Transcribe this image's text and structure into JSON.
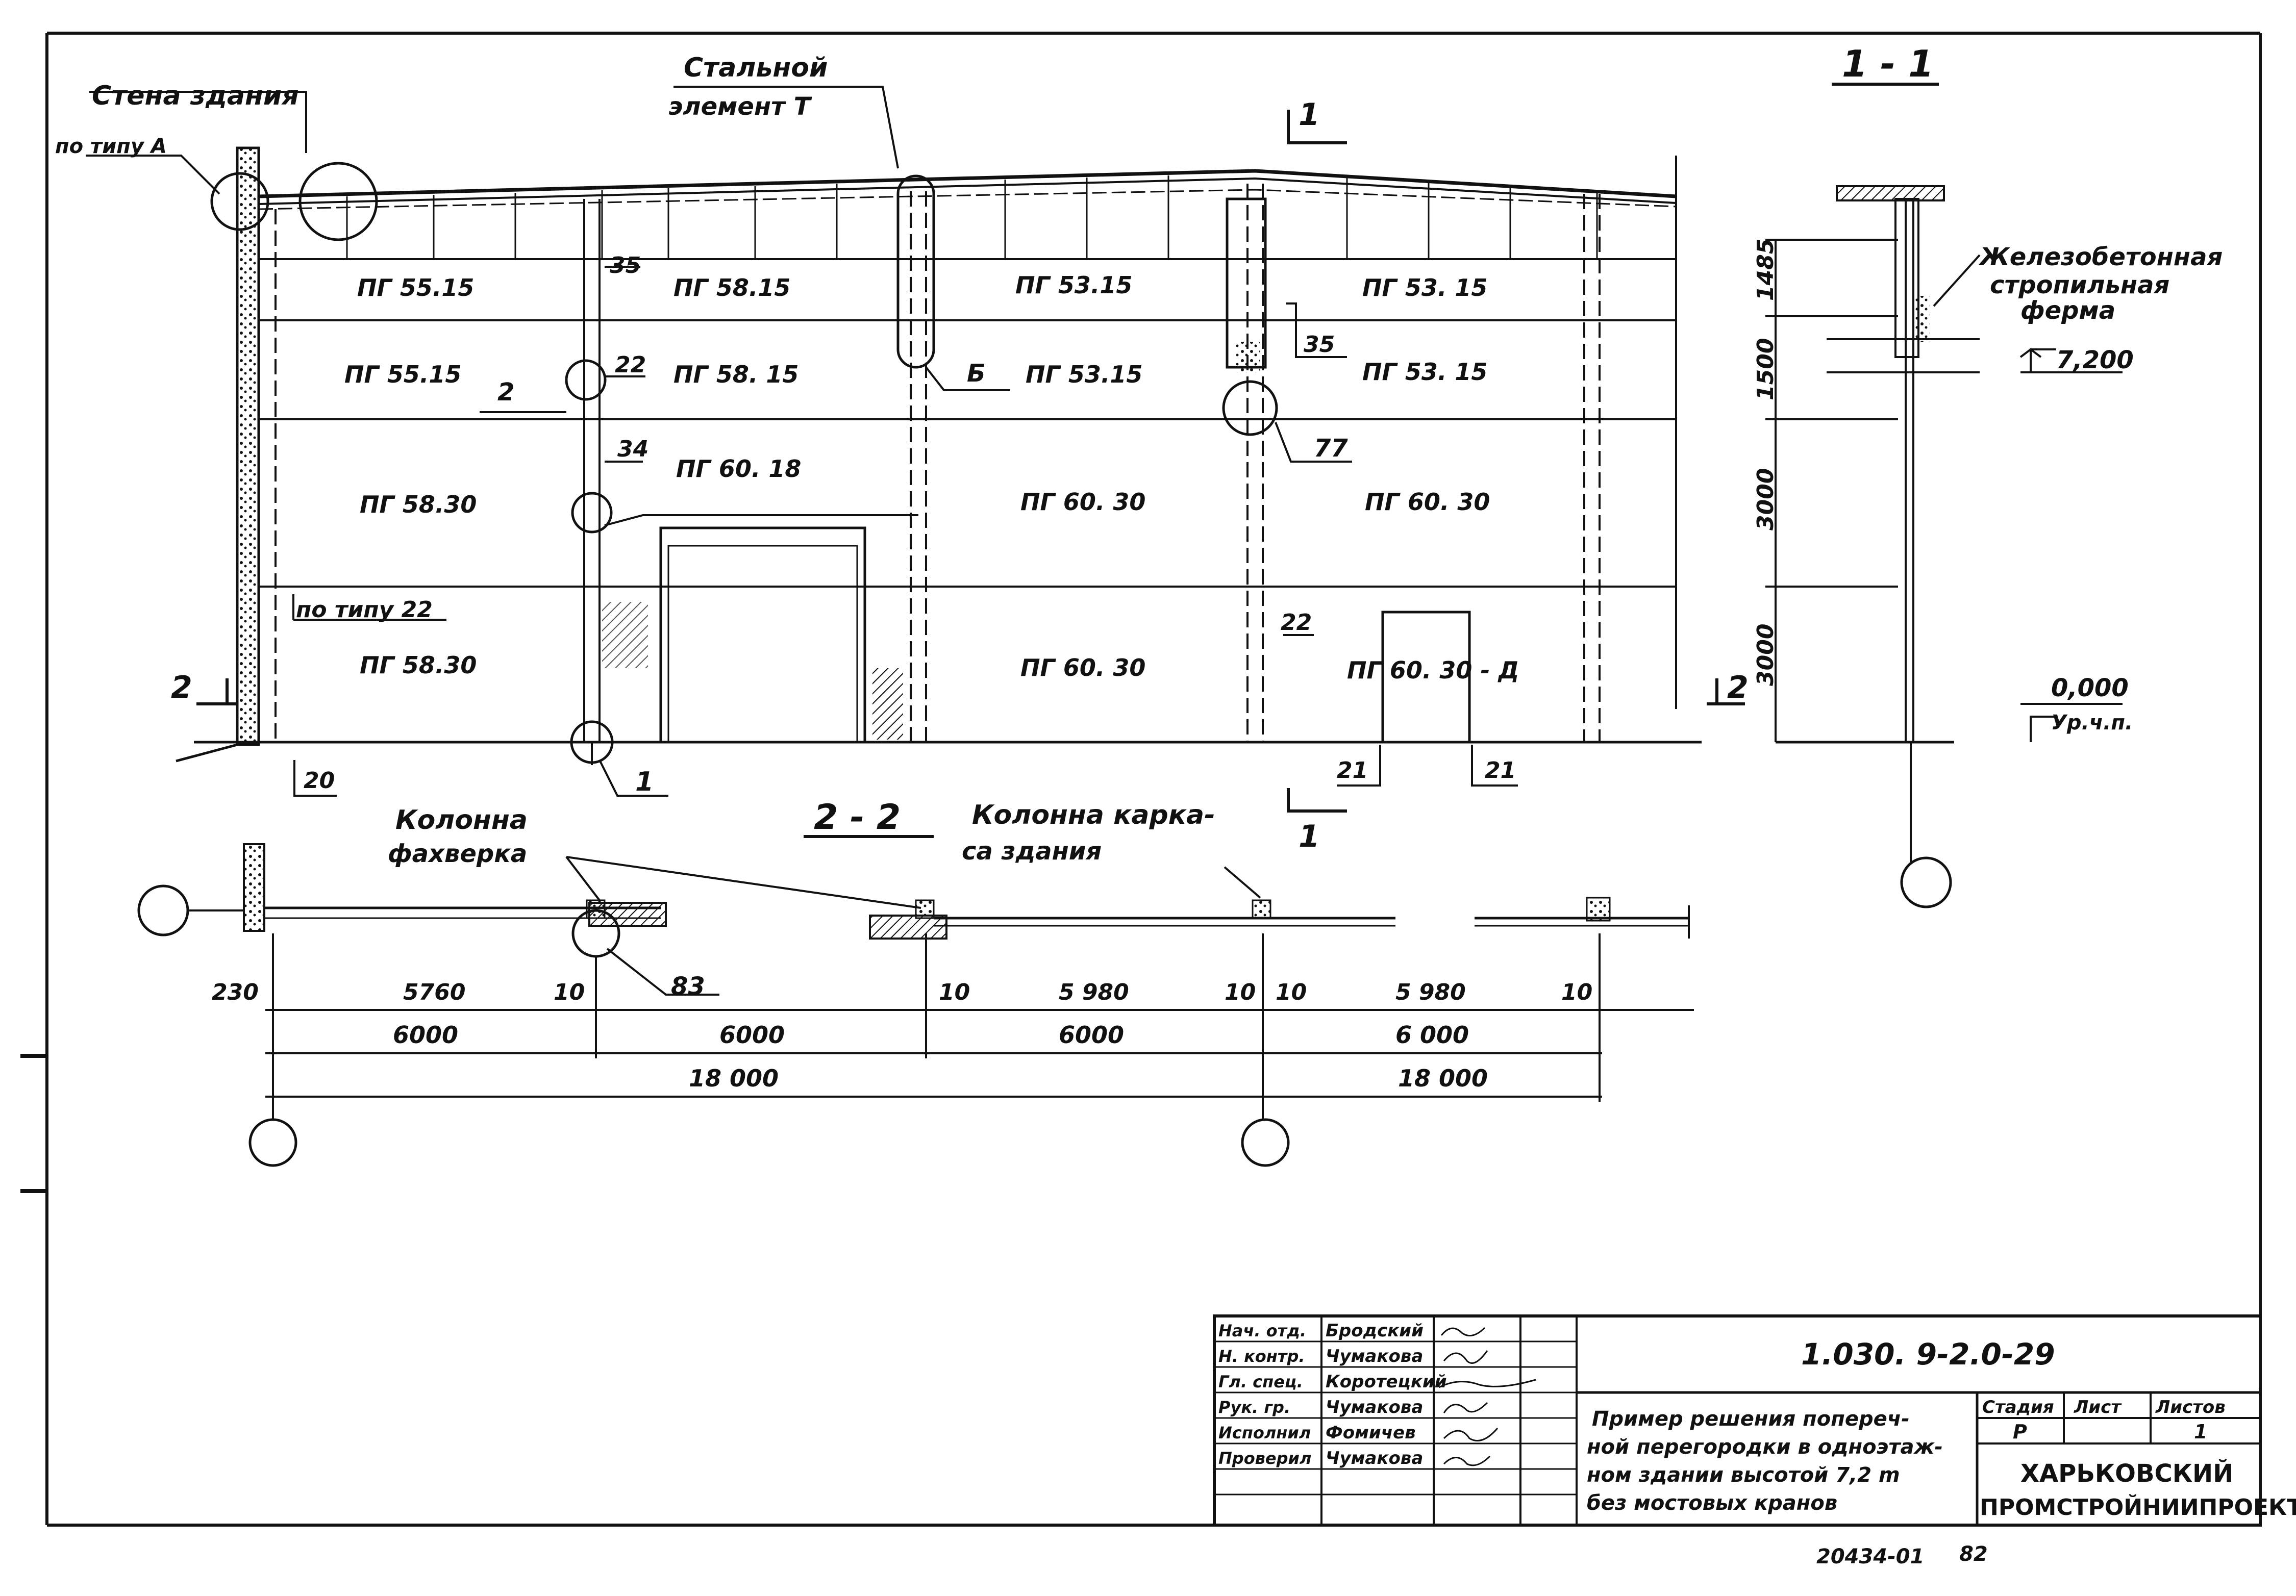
{
  "labels": {
    "wall": "Стена здания",
    "wall_type": "по типу А",
    "steel_element_l1": "Стальной",
    "steel_element_l2": "элемент Т",
    "section_11": "1 - 1",
    "section_22": "2 - 2",
    "cut_mark_1": "1",
    "cut_mark_2": "2",
    "rc_truss_l1": "Железобетонная",
    "rc_truss_l2": "стропильная",
    "rc_truss_l3": "ферма",
    "level_720": "7,200",
    "level_000": "0,000",
    "floor_level": "Ур.ч.п.",
    "by_type_22": "по типу 22",
    "col_fach_l1": "Колонна",
    "col_fach_l2": "фахверка",
    "col_frame_l1": "Колонна карка-",
    "col_frame_l2": "са здания"
  },
  "panels": [
    "ПГ 55.15",
    "ПГ 58.15",
    "ПГ 53.15",
    "ПГ 53. 15",
    "ПГ 55.15",
    "ПГ 58. 15",
    "ПГ 53.15",
    "ПГ 53. 15",
    "ПГ 58.30",
    "ПГ 60. 18",
    "ПГ 60. 30",
    "ПГ 60. 30",
    "ПГ 58.30",
    "ПГ 60. 30",
    "ПГ 60. 30 - Д"
  ],
  "node_refs": [
    "35",
    "22",
    "2",
    "34",
    "Б",
    "35",
    "77",
    "22",
    "20",
    "1",
    "21",
    "21",
    "83"
  ],
  "section_heights": [
    "1485",
    "1500",
    "3000",
    "3000"
  ],
  "dimensions_row1": [
    "230",
    "5760",
    "10",
    "10",
    "5 980",
    "10",
    "10",
    "5 980",
    "10"
  ],
  "dimensions_row2": [
    "6000",
    "6000",
    "6000",
    "6 000"
  ],
  "dimensions_row3": [
    "18 000",
    "18 000"
  ],
  "title_block": {
    "rows": [
      {
        "role": "Нач. отд.",
        "name": "Бродский"
      },
      {
        "role": "Н. контр.",
        "name": "Чумакова"
      },
      {
        "role": "Гл. спец.",
        "name": "Коротецкий"
      },
      {
        "role": "Рук. гр.",
        "name": "Чумакова"
      },
      {
        "role": "Исполнил",
        "name": "Фомичев"
      },
      {
        "role": "Проверил",
        "name": "Чумакова"
      }
    ],
    "code": "1.030. 9-2.0-29",
    "description_l1": "Пример решения попереч-",
    "description_l2": "ной перегородки в одноэтаж-",
    "description_l3": "ном здании высотой 7,2 m",
    "description_l4": "без мостовых кранов",
    "stage_header": "Стадия",
    "sheet_header": "Лист",
    "sheets_header": "Листов",
    "stage": "Р",
    "sheets": "1",
    "org_l1": "ХАРЬКОВСКИЙ",
    "org_l2": "ПРОМСТРОЙНИИПРОЕКТ"
  },
  "footer": {
    "archive_no": "20434-01",
    "page": "82"
  }
}
